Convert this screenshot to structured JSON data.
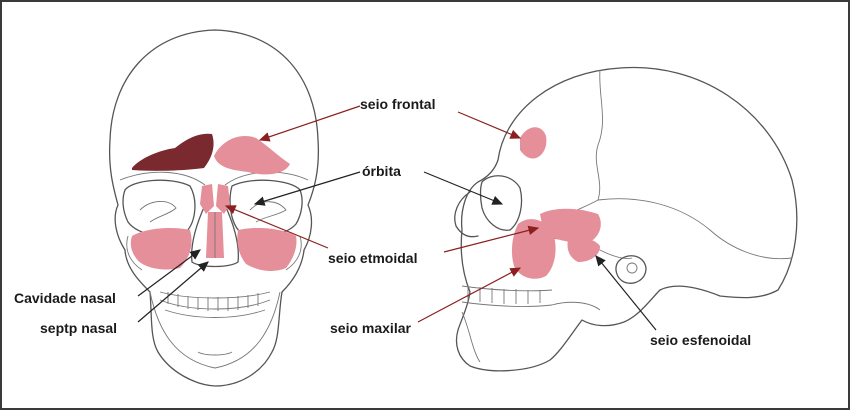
{
  "labels": {
    "seio_frontal": "seio frontal",
    "orbita": "órbita",
    "seio_etmoidal": "seio etmoidal",
    "cavidade_nasal": "Cavidade nasal",
    "septo_nasal": "septp nasal",
    "seio_maxilar": "seio maxilar",
    "seio_esfenoidal": "seio esfenoidal"
  },
  "colors": {
    "sinus_pink": "#e58f9a",
    "sinus_dark": "#7a2a2e",
    "arrow_red": "#8a2020",
    "line": "#555555",
    "label_text": "#1a1a1a"
  },
  "icons": {
    "frontal_view": "skull-frontal-view",
    "lateral_view": "skull-lateral-view"
  }
}
